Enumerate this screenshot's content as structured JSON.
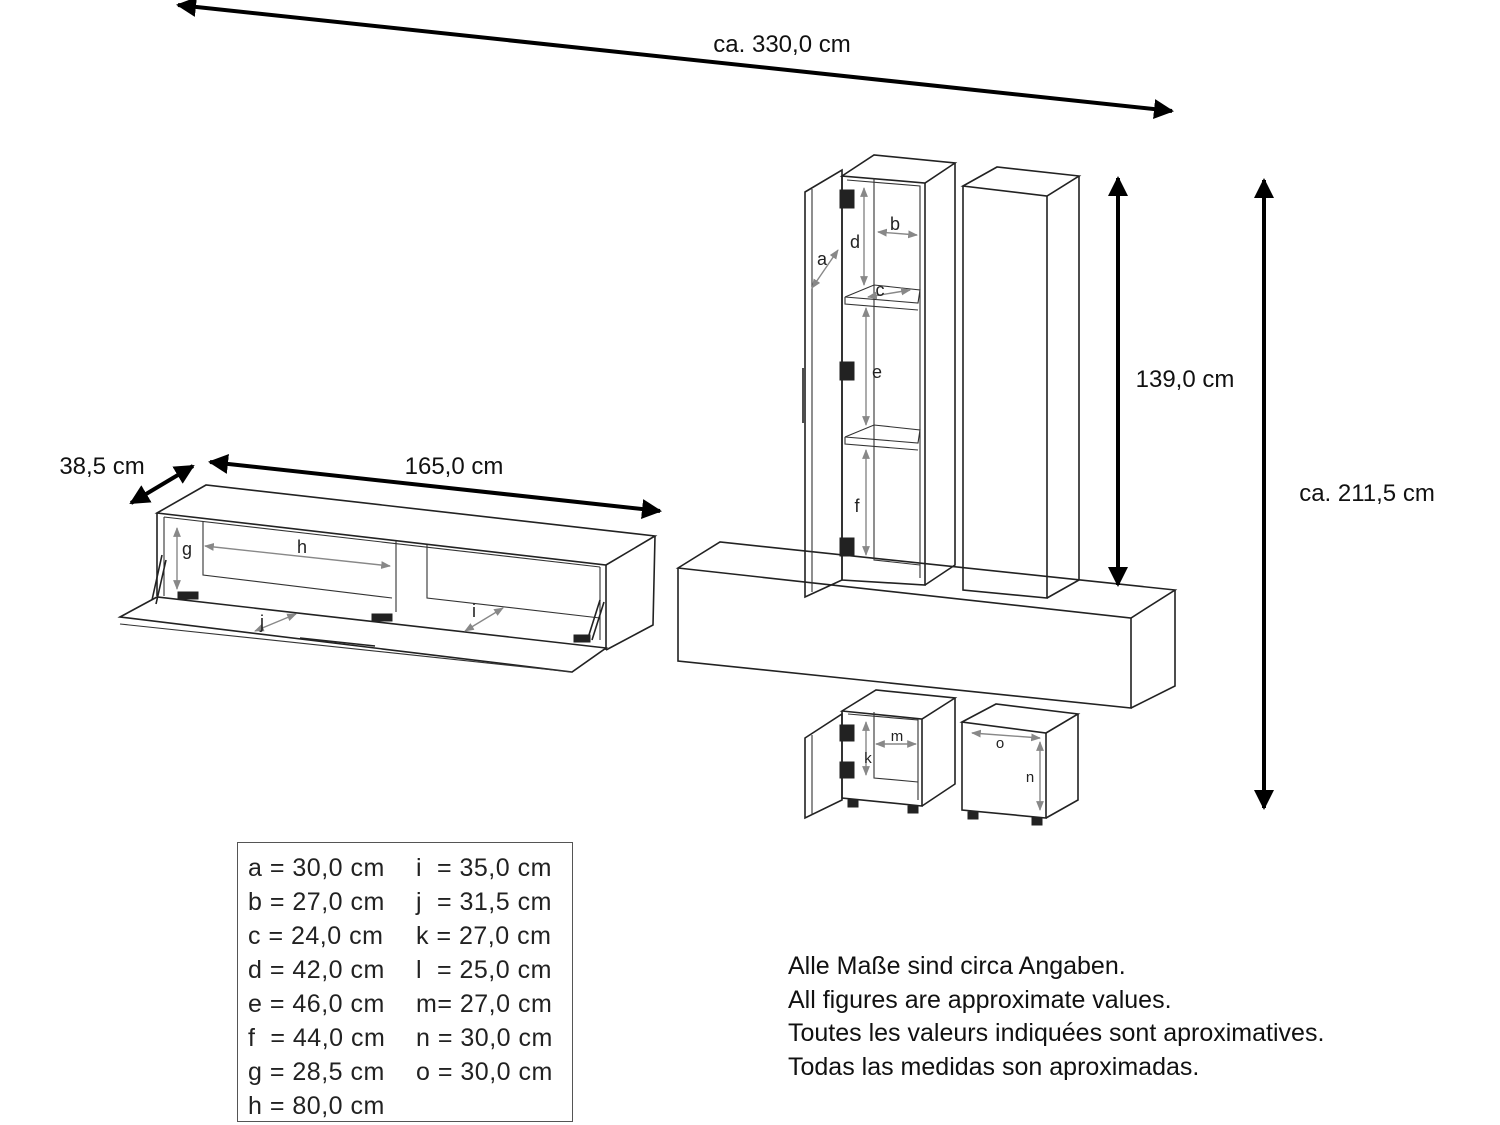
{
  "dimensions": {
    "total_width": "ca. 330,0 cm",
    "lowboard_width": "165,0 cm",
    "lowboard_depth": "38,5 cm",
    "cabinet_height": "139,0 cm",
    "total_height": "ca. 211,5 cm"
  },
  "part_labels": {
    "a": "a",
    "b": "b",
    "c": "c",
    "d": "d",
    "e": "e",
    "f": "f",
    "g": "g",
    "h": "h",
    "i": "i",
    "j": "j",
    "k": "k",
    "m": "m",
    "n": "n",
    "o": "o"
  },
  "legend": {
    "rows": [
      [
        "a = 30,0 cm",
        "i  = 35,0 cm"
      ],
      [
        "b = 27,0 cm",
        "j  = 31,5 cm"
      ],
      [
        "c = 24,0 cm",
        "k = 27,0 cm"
      ],
      [
        "d = 42,0 cm",
        "l  = 25,0 cm"
      ],
      [
        "e = 46,0 cm",
        "m= 27,0 cm"
      ],
      [
        "f  = 44,0 cm",
        "n = 30,0 cm"
      ],
      [
        "g = 28,5 cm",
        "o = 30,0 cm"
      ],
      [
        "h = 80,0 cm",
        ""
      ]
    ]
  },
  "notes": [
    "Alle Maße sind circa Angaben.",
    "All figures are approximate values.",
    "Toutes les valeurs indiquées sont aproximatives.",
    "Todas las medidas son aproximadas."
  ]
}
